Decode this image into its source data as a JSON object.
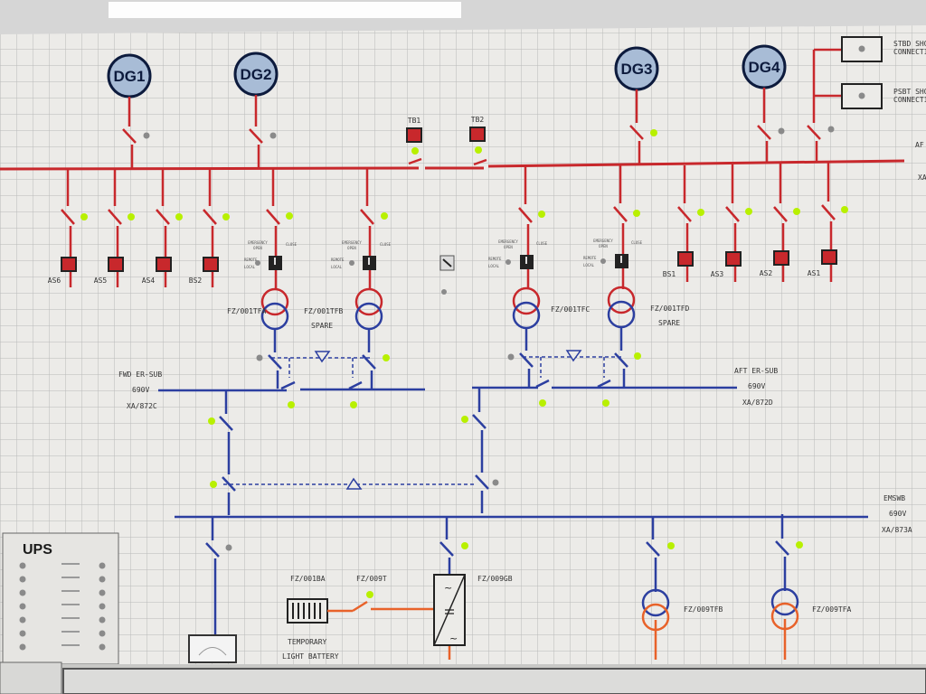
{
  "colors": {
    "red": "#c8282c",
    "blue": "#2c3fa0",
    "orange": "#e8622a",
    "lamp": "#b8f000",
    "generator_fill": "#a8bcd6",
    "panel": "#ecebe8",
    "grid": "#b9b9b9"
  },
  "generators": [
    {
      "label": "DG1"
    },
    {
      "label": "DG2"
    },
    {
      "label": "DG3"
    },
    {
      "label": "DG4"
    }
  ],
  "tie_breakers": [
    {
      "label": "TB1"
    },
    {
      "label": "TB2"
    }
  ],
  "shore": [
    {
      "line1": "STBD SHORE",
      "line2": "CONNECTION"
    },
    {
      "line1": "PSBT SHORE",
      "line2": "CONNECTION"
    }
  ],
  "feeders_left": [
    "AS6",
    "AS5",
    "AS4",
    "BS2"
  ],
  "feeders_right": [
    "BS1",
    "AS3",
    "AS2",
    "AS1"
  ],
  "transformers": [
    {
      "label": "FZ/001TFA",
      "spare": ""
    },
    {
      "label": "FZ/001TFB",
      "spare": "SPARE"
    },
    {
      "label": "FZ/001TFC",
      "spare": ""
    },
    {
      "label": "FZ/001TFD",
      "spare": "SPARE"
    }
  ],
  "ctrl_text": {
    "emergency": "EMERGENCY",
    "open": "OPEN",
    "close": "CLOSE",
    "remote": "REMOTE",
    "local": "LOCAL"
  },
  "fwd_sub": {
    "name": "FWD ER-SUB",
    "voltage": "690V",
    "code": "XA/872C"
  },
  "aft_sub": {
    "name": "AFT ER-SUB",
    "voltage": "690V",
    "code": "XA/872D"
  },
  "emswb": {
    "name": "EMSWB",
    "voltage": "690V",
    "code": "XA/873A"
  },
  "ups": {
    "title": "UPS"
  },
  "bottom": {
    "battery": "FZ/001BA",
    "switch": "FZ/009T",
    "charger": "FZ/009GB",
    "tf_b": "FZ/009TFB",
    "tf_a": "FZ/009TFA",
    "temporary": "TEMPORARY",
    "light_battery": "LIGHT BATTERY"
  },
  "aft_edge": "AF",
  "xa_edge": "XA"
}
